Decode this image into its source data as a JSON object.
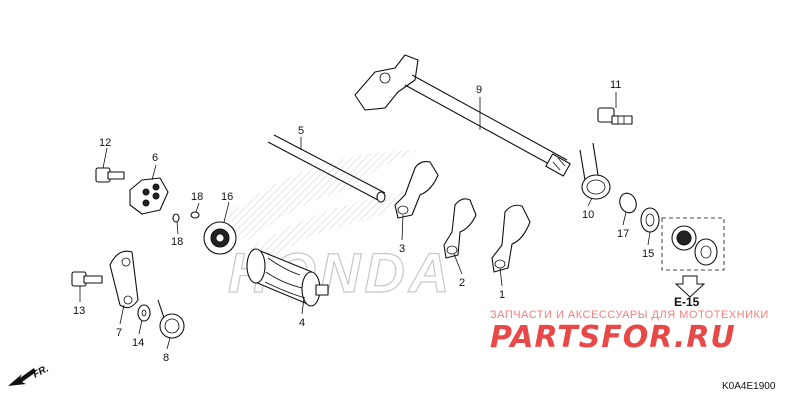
{
  "diagram": {
    "callouts": {
      "c1": "1",
      "c2": "2",
      "c3": "3",
      "c4": "4",
      "c5": "5",
      "c6": "6",
      "c7": "7",
      "c8": "8",
      "c9": "9",
      "c10": "10",
      "c11": "11",
      "c12": "12",
      "c13": "13",
      "c14": "14",
      "c15": "15",
      "c16": "16",
      "c17": "17",
      "c18a": "18",
      "c18b": "18"
    },
    "reference_label": "E-15",
    "front_label": "FR.",
    "diagram_code": "K0A4E1900",
    "background_brand": "HONDA"
  },
  "watermark": {
    "caption": "ЗАПЧАСТИ И АКСЕССУАРЫ ДЛЯ МОТОТЕХНИКИ",
    "logo_text": "PARTSFOR.RU"
  }
}
